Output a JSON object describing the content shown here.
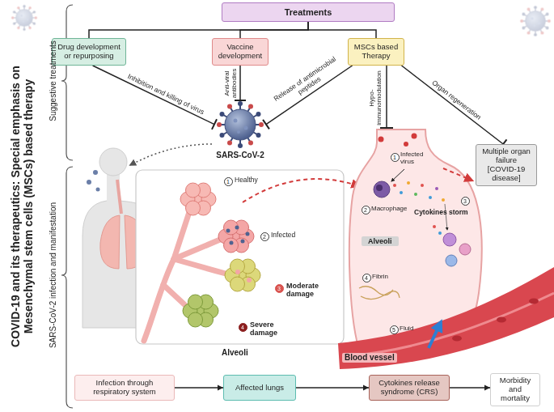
{
  "diagram": {
    "title": "COVID-19 and its therapeutics: Special emphasis on Mesenchymal stem cells (MSCs) based therapy",
    "nodes": [
      {
        "text": [
          "Treatments"
        ]
      },
      {
        "text": [
          "Drug development or repurposing"
        ]
      },
      {
        "text": [
          "Vaccine development"
        ]
      },
      {
        "text": [
          "MSCs based Therapy"
        ]
      },
      {
        "text": [
          "SARS-CoV-2"
        ]
      },
      {
        "text": [
          "Multiple organ failure [COVID-19 disease]"
        ]
      },
      {
        "text": [
          "Infection through respiratory system"
        ]
      },
      {
        "text": [
          "Affected lungs"
        ]
      },
      {
        "text": [
          "Cytokines release syndrome (CRS)"
        ]
      },
      {
        "text": [
          "Morbidity and mortality"
        ]
      }
    ],
    "edges": [
      {
        "from": 0,
        "to": 1,
        "arrow": "none"
      },
      {
        "from": 0,
        "to": 2,
        "arrow": "none"
      },
      {
        "from": 0,
        "to": 3,
        "arrow": "none"
      },
      {
        "from": 1,
        "to": 4,
        "arrow": "to",
        "label": "Inhibition and killing of virus"
      },
      {
        "from": 2,
        "to": 4,
        "arrow": "to",
        "label": "Anti-viral antibodies"
      },
      {
        "from": 3,
        "to": 4,
        "arrow": "to",
        "label": "Release of antimicrobial peptides"
      },
      {
        "from": 3,
        "to": 5,
        "arrow": "to",
        "label": "Organ regeneration"
      },
      {
        "from": 6,
        "to": 7,
        "arrow": "to"
      },
      {
        "from": 7,
        "to": 8,
        "arrow": "to"
      },
      {
        "from": 8,
        "to": 9,
        "arrow": "to"
      }
    ],
    "labels": [
      "Suggestive treatments",
      "SARS-CoV-2 infection and manifestation",
      "Hypo-immunomodulation",
      "1",
      "Healthy",
      "2",
      "Infected",
      "3",
      "Moderate damage",
      "4",
      "Severe damage",
      "Alveoli",
      "1",
      "Infected virus",
      "2",
      "Macrophage",
      "Alveoli",
      "3",
      "Cytokines storm",
      "4",
      "Fibrin",
      "5",
      "Fluid",
      "Blood vessel"
    ]
  }
}
